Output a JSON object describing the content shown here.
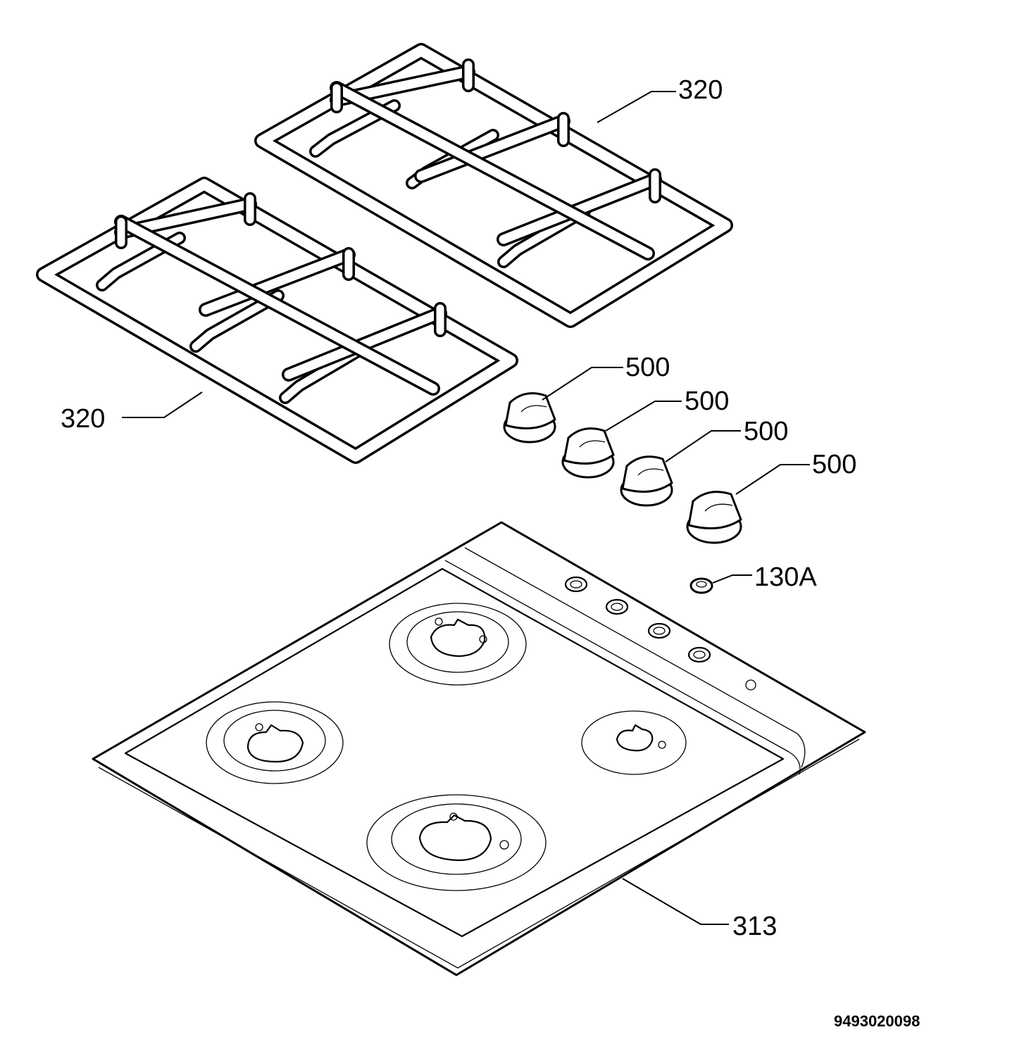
{
  "callouts": {
    "grate_upper": "320",
    "grate_lower": "320",
    "knob_1": "500",
    "knob_2": "500",
    "knob_3": "500",
    "knob_4": "500",
    "knob_spacer": "130A",
    "hob_top": "313"
  },
  "document_number": "9493020098"
}
